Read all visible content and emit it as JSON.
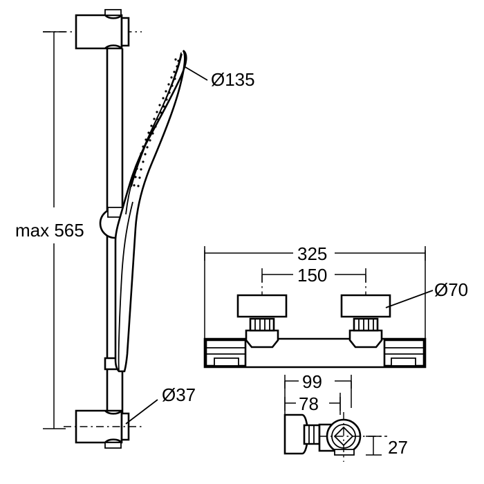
{
  "drawing": {
    "title": "Shower rail kit and thermostatic bar mixer valve dimensions",
    "units": "mm",
    "background_color": "#ffffff",
    "line_color": "#000000"
  },
  "dimensions": {
    "rail_height": {
      "label": "max 565",
      "value": 565,
      "prefix": "max",
      "orientation": "vertical",
      "applies_to": "shower-rail-travel"
    },
    "handset_diameter": {
      "label": "Ø135",
      "value": 135,
      "symbol": "diameter",
      "applies_to": "shower-handset-spray-face"
    },
    "rail_bracket_diameter": {
      "label": "Ø37",
      "value": 37,
      "symbol": "diameter",
      "applies_to": "rail-wall-bracket"
    },
    "valve_overall_width": {
      "label": "325",
      "value": 325,
      "orientation": "horizontal",
      "applies_to": "bar-mixer-overall-length"
    },
    "valve_inlet_centres": {
      "label": "150",
      "value": 150,
      "orientation": "horizontal",
      "applies_to": "inlet-centre-to-centre"
    },
    "handle_diameter": {
      "label": "Ø70",
      "value": 70,
      "symbol": "diameter",
      "applies_to": "control-handle"
    },
    "elbow_projection_total": {
      "label": "99",
      "value": 99,
      "orientation": "horizontal",
      "applies_to": "wall-elbow-total-projection"
    },
    "elbow_projection_body": {
      "label": "78",
      "value": 78,
      "orientation": "horizontal",
      "applies_to": "wall-elbow-body-projection"
    },
    "elbow_outlet_offset": {
      "label": "27",
      "value": 27,
      "orientation": "vertical",
      "applies_to": "wall-elbow-outlet-drop"
    }
  },
  "views": [
    {
      "name": "shower-rail-assembly",
      "position": "left",
      "components": [
        "top-wall-bracket",
        "slide-rail",
        "handset-holder-slider",
        "shower-handset",
        "lower-rail-clamp",
        "bottom-wall-bracket"
      ]
    },
    {
      "name": "bar-mixer-valve-front-view",
      "position": "right-middle",
      "components": [
        "left-control-handle",
        "right-control-handle",
        "valve-body",
        "left-end-cap",
        "right-end-cap"
      ]
    },
    {
      "name": "wall-elbow-side-view",
      "position": "right-bottom",
      "components": [
        "wall-flange",
        "union-nut",
        "elbow-body",
        "outlet-connector"
      ]
    }
  ]
}
